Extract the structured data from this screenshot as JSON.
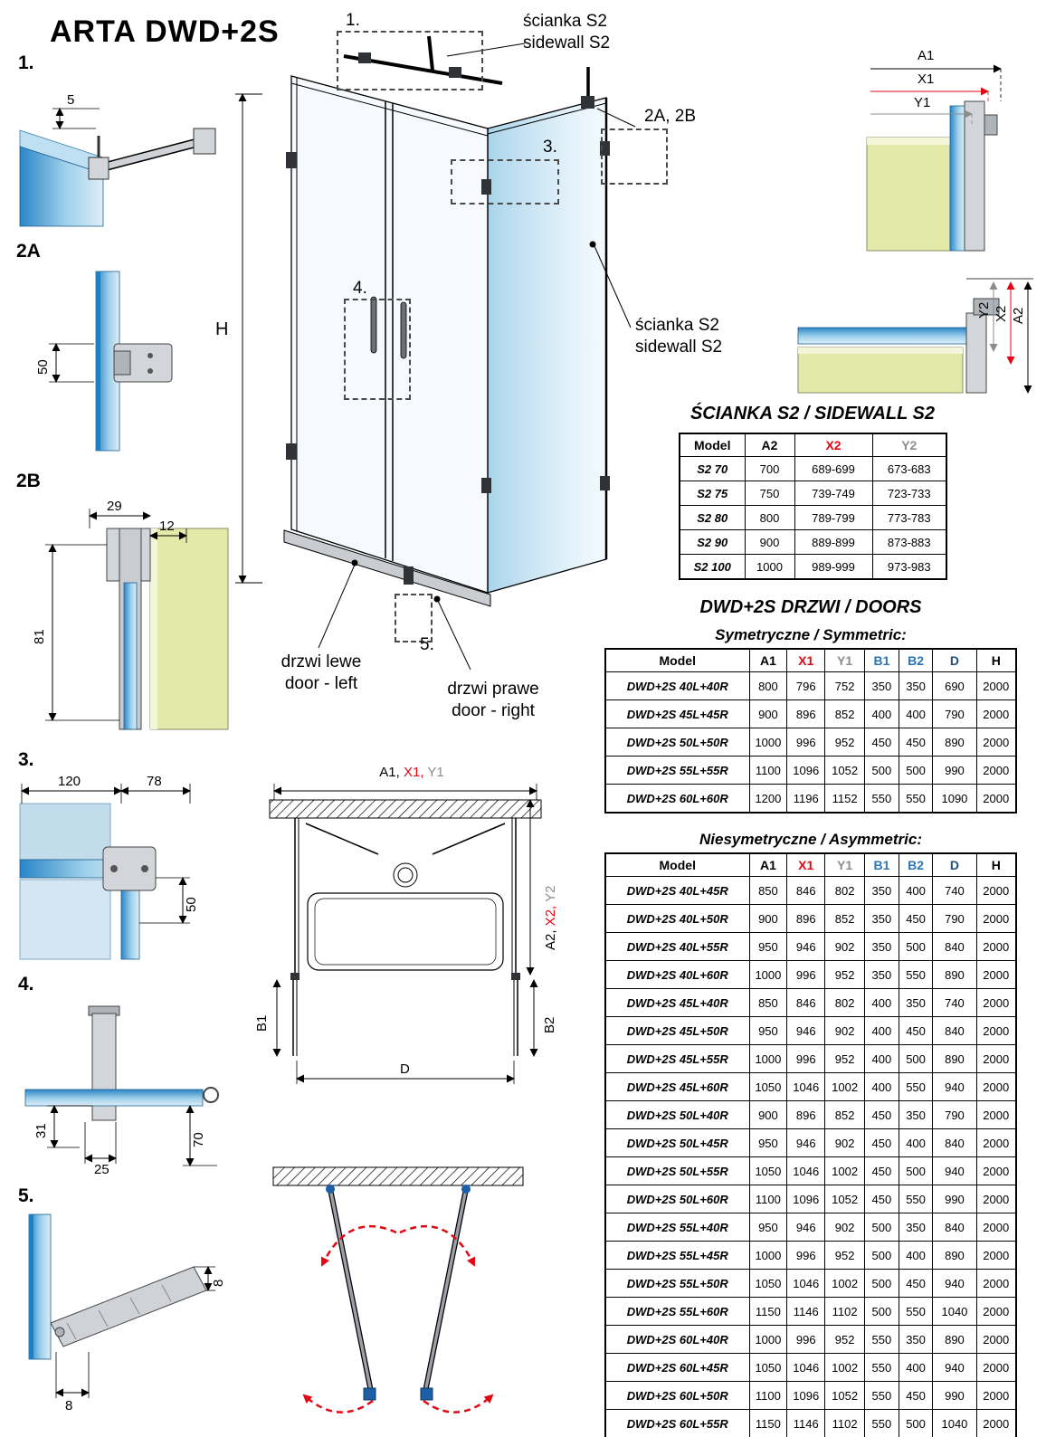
{
  "title": "ARTA DWD+2S",
  "colors": {
    "red": "#e30613",
    "gray": "#8c8c8c",
    "blue": "#2e74b5",
    "navy": "#1f4e79",
    "glass_blue": "#2a86c8",
    "wall_green": "#e3e9a8"
  },
  "details": {
    "d1": {
      "num": "1.",
      "dim": "5"
    },
    "d2a": {
      "num": "2A",
      "dim": "50"
    },
    "d2b": {
      "num": "2B",
      "w1": "29",
      "w2": "12",
      "h": "81"
    },
    "d3": {
      "num": "3.",
      "w1": "120",
      "w2": "78",
      "h": "50"
    },
    "d4": {
      "num": "4.",
      "h1": "31",
      "w": "25",
      "h2": "70"
    },
    "d5": {
      "num": "5.",
      "h": "8",
      "w": "8"
    }
  },
  "main": {
    "callout1": "1.",
    "callout2": "2A, 2B",
    "callout3": "3.",
    "callout4": "4.",
    "callout5": "5.",
    "sidewall_top_line1": "ścianka S2",
    "sidewall_top_line2": "sidewall S2",
    "sidewall_right_line1": "ścianka S2",
    "sidewall_right_line2": "sidewall S2",
    "door_left_line1": "drzwi lewe",
    "door_left_line2": "door - left",
    "door_right_line1": "drzwi prawe",
    "door_right_line2": "door - right",
    "height_label": "H"
  },
  "corner_detail_1": {
    "a1": "A1",
    "x1": "X1",
    "y1": "Y1"
  },
  "corner_detail_2": {
    "y2": "Y2",
    "x2": "X2",
    "a2": "A2"
  },
  "plan": {
    "top_label": [
      {
        "t": "A1, ",
        "c": "#000000"
      },
      {
        "t": "X1, ",
        "c": "#e30613"
      },
      {
        "t": "Y1",
        "c": "#8c8c8c"
      }
    ],
    "right_label": [
      {
        "t": "A2, ",
        "c": "#000000"
      },
      {
        "t": "X2, ",
        "c": "#e30613"
      },
      {
        "t": "Y2",
        "c": "#8c8c8c"
      }
    ],
    "b1": "B1",
    "b2": "B2",
    "d": "D"
  },
  "tables": {
    "s2": {
      "title": "ŚCIANKA S2 / SIDEWALL S2",
      "headers": [
        {
          "t": "Model",
          "c": "#000000"
        },
        {
          "t": "A2",
          "c": "#000000"
        },
        {
          "t": "X2",
          "c": "#e30613"
        },
        {
          "t": "Y2",
          "c": "#8c8c8c"
        }
      ],
      "rows": [
        [
          "S2 70",
          "700",
          "689-699",
          "673-683"
        ],
        [
          "S2 75",
          "750",
          "739-749",
          "723-733"
        ],
        [
          "S2 80",
          "800",
          "789-799",
          "773-783"
        ],
        [
          "S2 90",
          "900",
          "889-899",
          "873-883"
        ],
        [
          "S2 100",
          "1000",
          "989-999",
          "973-983"
        ]
      ]
    },
    "doors": {
      "title": "DWD+2S DRZWI / DOORS",
      "symmetric_label": "Symetryczne / Symmetric:",
      "asymmetric_label": "Niesymetryczne / Asymmetric:",
      "headers": [
        {
          "t": "Model",
          "c": "#000000"
        },
        {
          "t": "A1",
          "c": "#000000"
        },
        {
          "t": "X1",
          "c": "#e30613"
        },
        {
          "t": "Y1",
          "c": "#8c8c8c"
        },
        {
          "t": "B1",
          "c": "#2e74b5"
        },
        {
          "t": "B2",
          "c": "#2e74b5"
        },
        {
          "t": "D",
          "c": "#1f4e79"
        },
        {
          "t": "H",
          "c": "#000000"
        }
      ],
      "symmetric_rows": [
        [
          "DWD+2S 40L+40R",
          "800",
          "796",
          "752",
          "350",
          "350",
          "690",
          "2000"
        ],
        [
          "DWD+2S 45L+45R",
          "900",
          "896",
          "852",
          "400",
          "400",
          "790",
          "2000"
        ],
        [
          "DWD+2S 50L+50R",
          "1000",
          "996",
          "952",
          "450",
          "450",
          "890",
          "2000"
        ],
        [
          "DWD+2S 55L+55R",
          "1100",
          "1096",
          "1052",
          "500",
          "500",
          "990",
          "2000"
        ],
        [
          "DWD+2S 60L+60R",
          "1200",
          "1196",
          "1152",
          "550",
          "550",
          "1090",
          "2000"
        ]
      ],
      "asymmetric_rows": [
        [
          "DWD+2S 40L+45R",
          "850",
          "846",
          "802",
          "350",
          "400",
          "740",
          "2000"
        ],
        [
          "DWD+2S 40L+50R",
          "900",
          "896",
          "852",
          "350",
          "450",
          "790",
          "2000"
        ],
        [
          "DWD+2S 40L+55R",
          "950",
          "946",
          "902",
          "350",
          "500",
          "840",
          "2000"
        ],
        [
          "DWD+2S 40L+60R",
          "1000",
          "996",
          "952",
          "350",
          "550",
          "890",
          "2000"
        ],
        [
          "DWD+2S 45L+40R",
          "850",
          "846",
          "802",
          "400",
          "350",
          "740",
          "2000"
        ],
        [
          "DWD+2S 45L+50R",
          "950",
          "946",
          "902",
          "400",
          "450",
          "840",
          "2000"
        ],
        [
          "DWD+2S 45L+55R",
          "1000",
          "996",
          "952",
          "400",
          "500",
          "890",
          "2000"
        ],
        [
          "DWD+2S 45L+60R",
          "1050",
          "1046",
          "1002",
          "400",
          "550",
          "940",
          "2000"
        ],
        [
          "DWD+2S 50L+40R",
          "900",
          "896",
          "852",
          "450",
          "350",
          "790",
          "2000"
        ],
        [
          "DWD+2S 50L+45R",
          "950",
          "946",
          "902",
          "450",
          "400",
          "840",
          "2000"
        ],
        [
          "DWD+2S 50L+55R",
          "1050",
          "1046",
          "1002",
          "450",
          "500",
          "940",
          "2000"
        ],
        [
          "DWD+2S 50L+60R",
          "1100",
          "1096",
          "1052",
          "450",
          "550",
          "990",
          "2000"
        ],
        [
          "DWD+2S 55L+40R",
          "950",
          "946",
          "902",
          "500",
          "350",
          "840",
          "2000"
        ],
        [
          "DWD+2S 55L+45R",
          "1000",
          "996",
          "952",
          "500",
          "400",
          "890",
          "2000"
        ],
        [
          "DWD+2S 55L+50R",
          "1050",
          "1046",
          "1002",
          "500",
          "450",
          "940",
          "2000"
        ],
        [
          "DWD+2S 55L+60R",
          "1150",
          "1146",
          "1102",
          "500",
          "550",
          "1040",
          "2000"
        ],
        [
          "DWD+2S 60L+40R",
          "1000",
          "996",
          "952",
          "550",
          "350",
          "890",
          "2000"
        ],
        [
          "DWD+2S 60L+45R",
          "1050",
          "1046",
          "1002",
          "550",
          "400",
          "940",
          "2000"
        ],
        [
          "DWD+2S 60L+50R",
          "1100",
          "1096",
          "1052",
          "550",
          "450",
          "990",
          "2000"
        ],
        [
          "DWD+2S 60L+55R",
          "1150",
          "1146",
          "1102",
          "550",
          "500",
          "1040",
          "2000"
        ]
      ]
    }
  }
}
